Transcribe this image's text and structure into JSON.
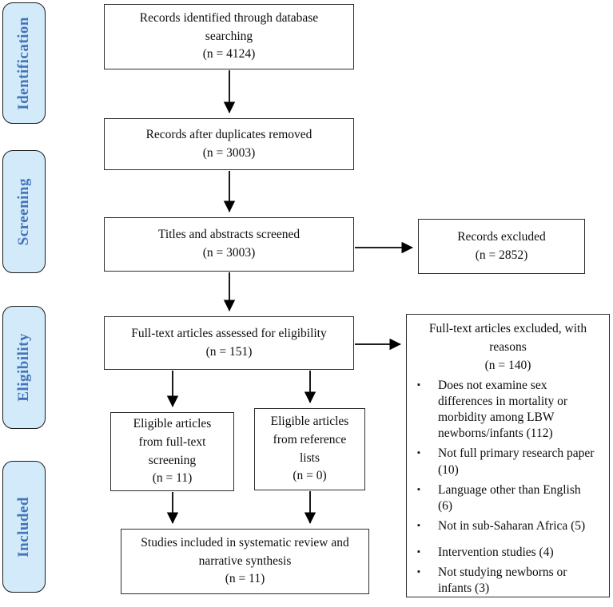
{
  "colors": {
    "stage_fill": "#d2eafa",
    "stage_text": "#4374b9",
    "stage_border": "#1c1c1c",
    "box_border": "#2e2e2e",
    "arrow": "#000000"
  },
  "bullet_glyph": "▪",
  "stages": [
    {
      "label": "Identification"
    },
    {
      "label": "Screening"
    },
    {
      "label": "Eligibility"
    },
    {
      "label": "Included"
    }
  ],
  "boxes": {
    "db_search": {
      "lines": [
        "Records identified through database",
        "searching",
        "(n = 4124)"
      ]
    },
    "duplicates_removed": {
      "lines": [
        "Records after duplicates removed",
        "(n = 3003)"
      ]
    },
    "titles_screened": {
      "lines": [
        "Titles and abstracts screened",
        "(n = 3003)"
      ]
    },
    "records_excluded": {
      "lines": [
        "Records excluded",
        "(n = 2852)"
      ]
    },
    "fulltext_assessed": {
      "lines": [
        "Full-text articles assessed for eligibility",
        "(n = 151)"
      ]
    },
    "fulltext_excluded": {
      "title_lines": [
        "Full-text articles excluded, with",
        "reasons",
        "(n = 140)"
      ],
      "reasons": [
        "Does not examine sex differences in mortality or morbidity among LBW newborns/infants (112)",
        "Not full primary research paper (10)",
        "Language other than English (6)",
        "Not in sub-Saharan Africa (5)",
        "Intervention studies (4)",
        "Not studying newborns or infants (3)"
      ]
    },
    "eligible_fulltext": {
      "lines": [
        "Eligible articles",
        "from full-text",
        "screening",
        "(n = 11)"
      ]
    },
    "eligible_reference": {
      "lines": [
        "Eligible articles",
        "from reference",
        "lists",
        "(n = 0)"
      ]
    },
    "included_studies": {
      "lines": [
        "Studies included in systematic review and",
        "narrative synthesis",
        "(n = 11)"
      ]
    }
  }
}
